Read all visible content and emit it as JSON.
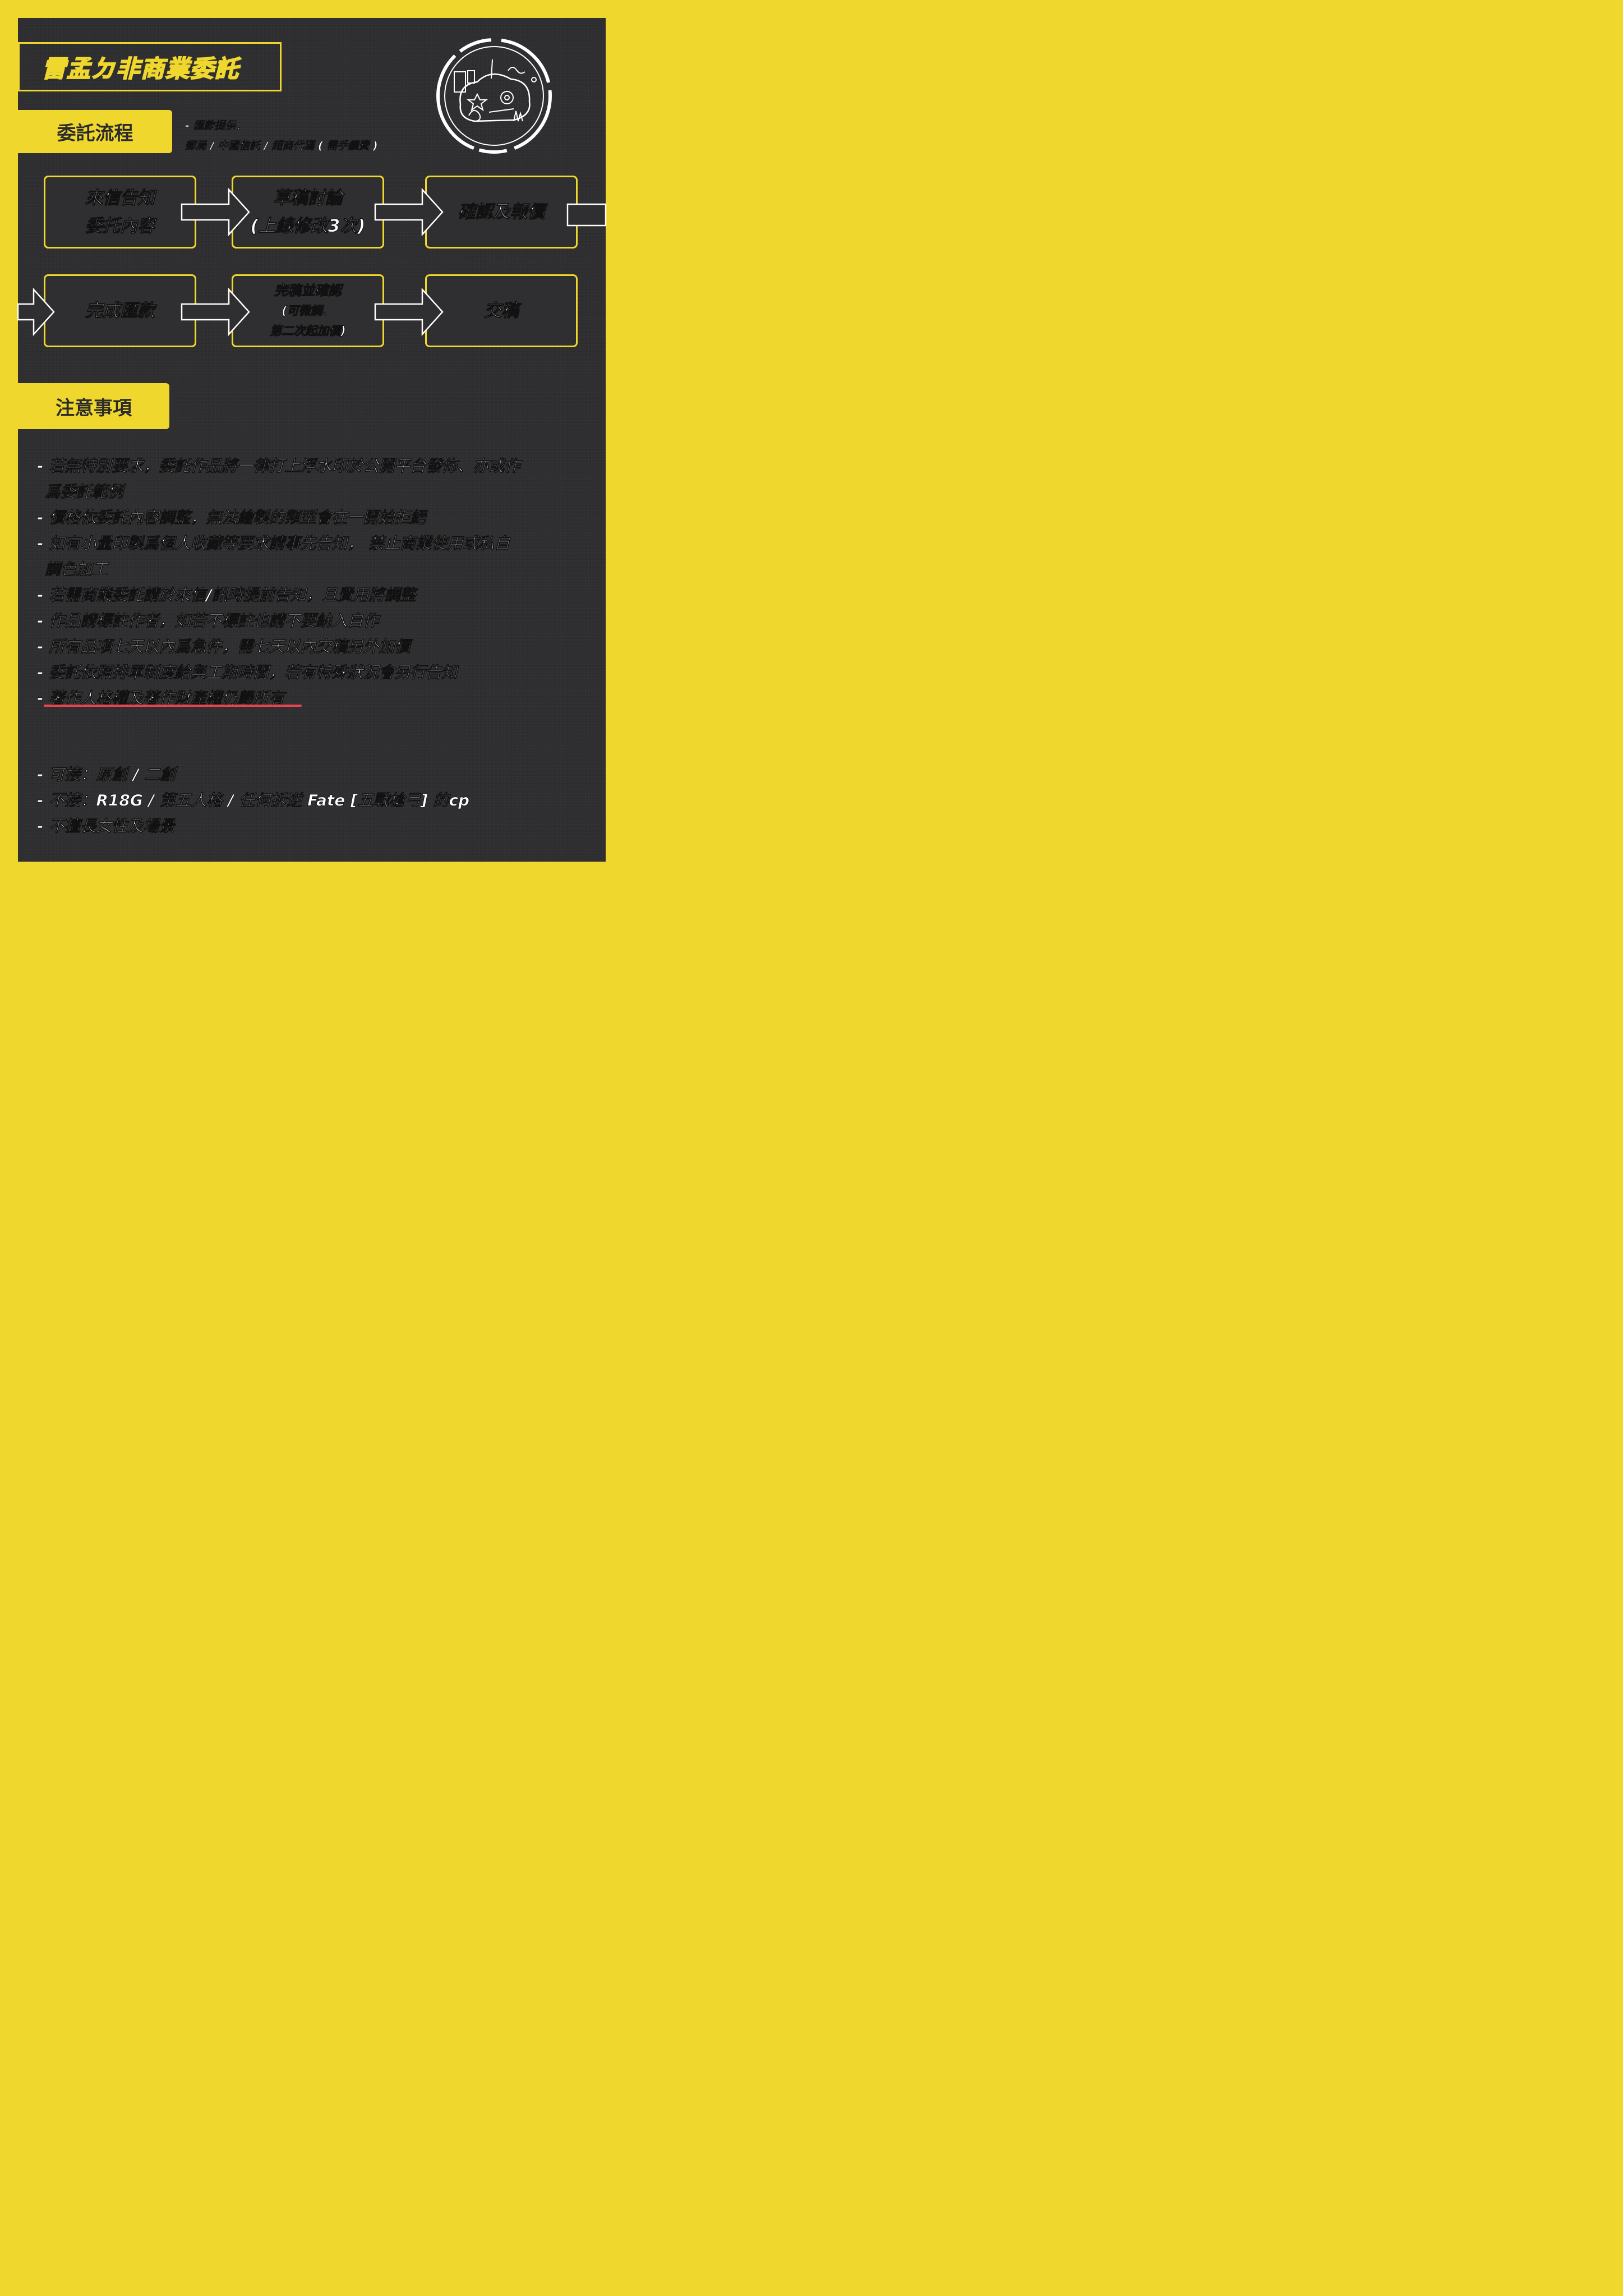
{
  "header": {
    "title": "雷孟ㄉ非商業委託"
  },
  "logo": {
    "icon": "chibi-character-badge-icon"
  },
  "process": {
    "tab_label": "委託流程",
    "payment": {
      "line1": "- 匯款提供：",
      "line2": "郵局 / 中國信託 / 超商代碼 ( 需手續費 )"
    },
    "steps": [
      {
        "lines": [
          "來信告知",
          "委托內容"
        ]
      },
      {
        "lines": [
          "草稿討論",
          "(上線修改3次)"
        ]
      },
      {
        "lines": [
          "確認及報價"
        ]
      },
      {
        "lines": [
          "完成匯款"
        ]
      },
      {
        "lines": [
          "完稿並確認",
          "(可微調、",
          "第二次起加價)"
        ]
      },
      {
        "lines": [
          "交稿"
        ]
      }
    ]
  },
  "notes": {
    "tab_label": "注意事項",
    "items": [
      {
        "lines": [
          "- 若無特別要求，委託作品將一律打上浮水印於公開平台發佈、亦或作",
          "爲委託範例"
        ]
      },
      {
        "lines": [
          "- 價格依委託內容調整，無法繪製的類型會在一開始拒絕"
        ]
      },
      {
        "lines": [
          "- 如有小量印製爲個人收藏等要求請事先告知， 禁止商業使用或私自",
          "調色加工"
        ]
      },
      {
        "lines": [
          "- 若需商業委託請於來信/訊時提前告知，且費用將調整"
        ]
      },
      {
        "lines": [
          "- 作品請標註作者，如若不標註也請不要納入自作"
        ]
      },
      {
        "lines": [
          "- 所有品項七天以內爲急件，需七天以內交稿另外加價"
        ]
      },
      {
        "lines": [
          "- 委託依照排單制度給與工期時間，若有特殊狀況會另行告知"
        ]
      },
      {
        "lines": [
          "- 著作人格權及著作財產權仍歸所有"
        ]
      }
    ],
    "accept": [
      "- 可接：原創 / 二創",
      "- 不接：R18G / 第五人格 / 任何拆逆 Fate [五戰槍弓] 的cp",
      "- 不擅長女性及場景"
    ]
  },
  "colors": {
    "accent": "#f0d72e",
    "panel": "#2f2f31",
    "underline": "#e8434f",
    "text": "#ffffff"
  }
}
